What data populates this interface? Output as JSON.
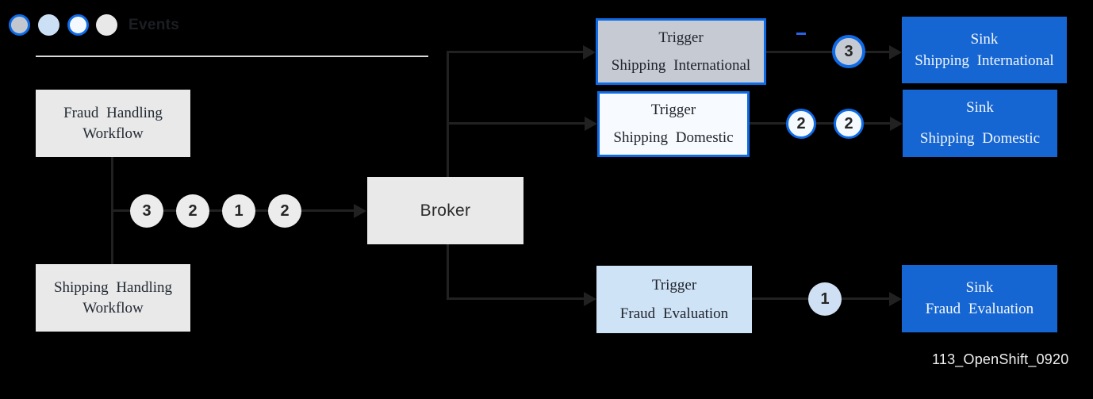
{
  "legend": {
    "title": "Events",
    "items": [
      {
        "name": "gray-event-blue-border",
        "fill": "#c2c7cf",
        "border": "#0e6be5"
      },
      {
        "name": "light-blue-event",
        "fill": "#cbdff5",
        "border": "none"
      },
      {
        "name": "white-event-blue-border",
        "fill": "#f4f9ff",
        "border": "#0e6be5"
      },
      {
        "name": "light-gray-event",
        "fill": "#e8e8e8",
        "border": "none"
      }
    ]
  },
  "colors": {
    "background": "#000000",
    "connector": "#212121",
    "accent_blue": "#0e6be5",
    "sink_blue": "#1566d2",
    "node_gray": "#e9e9e9",
    "trigger_international_fill": "#c5cad3",
    "trigger_domestic_fill": "#f7fbff",
    "trigger_fraud_fill": "#cfe3f7",
    "dash_blue": "#2962e8"
  },
  "workflows": [
    {
      "label": "Fraud Handling Workflow"
    },
    {
      "label": "Shipping Handling Workflow"
    }
  ],
  "event_stream": [
    "3",
    "2",
    "1",
    "2"
  ],
  "broker": {
    "label": "Broker"
  },
  "routes": [
    {
      "trigger": {
        "line1": "Trigger",
        "line2": "Shipping International"
      },
      "badges": [
        "3"
      ],
      "sink": {
        "line1": "Sink",
        "line2": "Shipping International"
      }
    },
    {
      "trigger": {
        "line1": "Trigger",
        "line2": "Shipping Domestic"
      },
      "badges": [
        "2",
        "2"
      ],
      "sink": {
        "line1": "Sink",
        "line2": "Shipping Domestic"
      }
    },
    {
      "trigger": {
        "line1": "Trigger",
        "line2": "Fraud Evaluation"
      },
      "badges": [
        "1"
      ],
      "sink": {
        "line1": "Sink",
        "line2": "Fraud Evaluation"
      }
    }
  ],
  "footer": {
    "label": "113_OpenShift_0920"
  }
}
